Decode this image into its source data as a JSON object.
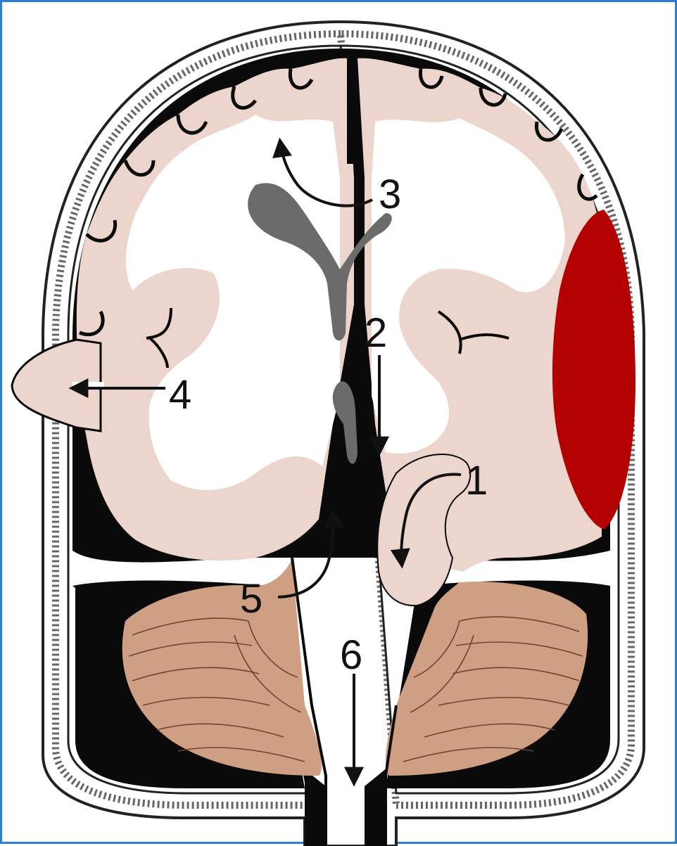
{
  "diagram": {
    "colors": {
      "frame_border": "#2a7fd4",
      "skull_line": "#222222",
      "dura_black": "#0a0a0a",
      "gray_matter": "#ecd5cd",
      "white_matter": "#ffffff",
      "ventricles": "#6b6b6b",
      "hematoma": "#b30000",
      "cerebellum": "#cf9f84",
      "cerebellum_lines": "#6e4430"
    },
    "labels": [
      {
        "id": "1",
        "text": "1"
      },
      {
        "id": "2",
        "text": "2"
      },
      {
        "id": "3",
        "text": "3"
      },
      {
        "id": "4",
        "text": "4"
      },
      {
        "id": "5",
        "text": "5"
      },
      {
        "id": "6",
        "text": "6"
      }
    ]
  }
}
